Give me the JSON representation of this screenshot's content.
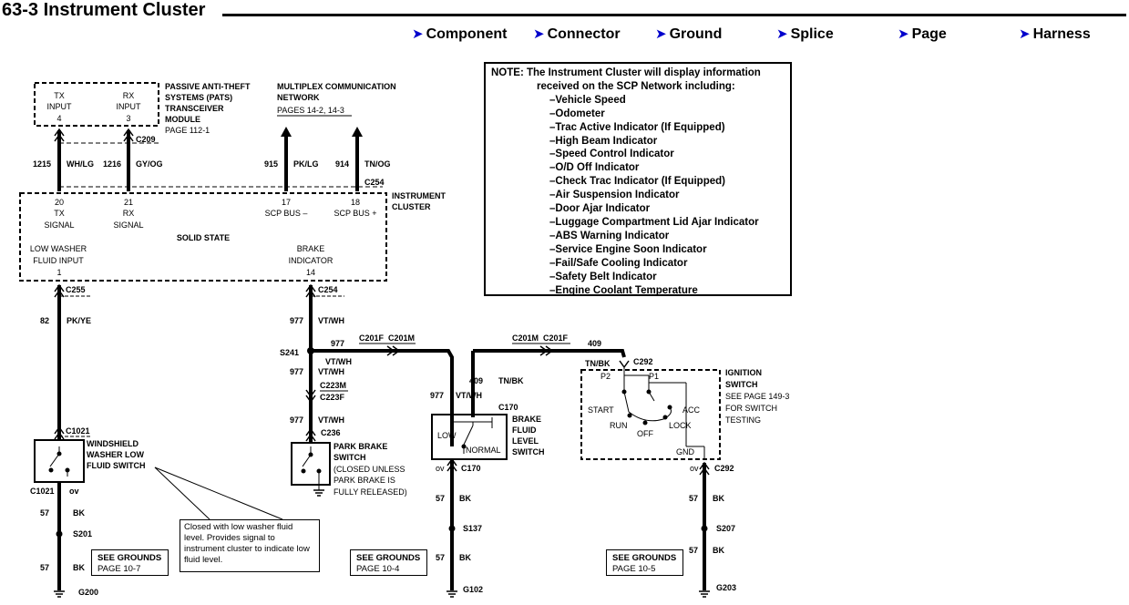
{
  "header": {
    "title": "63-3 Instrument Cluster",
    "nav": [
      {
        "label": "Component",
        "icon": "arrow-right-circle-icon"
      },
      {
        "label": "Connector",
        "icon": "arrow-right-circle-icon"
      },
      {
        "label": "Ground",
        "icon": "arrow-right-circle-icon"
      },
      {
        "label": "Splice",
        "icon": "arrow-right-circle-icon"
      },
      {
        "label": "Page",
        "icon": "arrow-right-circle-icon"
      },
      {
        "label": "Harness",
        "icon": "arrow-right-circle-icon"
      }
    ]
  },
  "note": {
    "lead": "NOTE:  The Instrument Cluster will display information",
    "line2": "received on the SCP Network including:",
    "items": [
      "–Vehicle Speed",
      "–Odometer",
      "–Trac Active Indicator (If Equipped)",
      "–High Beam Indicator",
      "–Speed Control Indicator",
      "–O/D Off Indicator",
      "–Check Trac Indicator (If Equipped)",
      "–Air Suspension Indicator",
      "–Door Ajar Indicator",
      "–Luggage Compartment Lid Ajar Indicator",
      "–ABS Warning Indicator",
      "–Service Engine Soon Indicator",
      "–Fail/Safe Cooling Indicator",
      "–Safety Belt Indicator",
      "–Engine Coolant Temperature"
    ]
  },
  "pats": {
    "tx_label": "TX",
    "tx_sub": "INPUT",
    "tx_pin": "4",
    "rx_label": "RX",
    "rx_sub": "INPUT",
    "rx_pin": "3",
    "name_l1": "PASSIVE ANTI-THEFT",
    "name_l2": "SYSTEMS (PATS)",
    "name_l3": "TRANSCEIVER",
    "name_l4": "MODULE",
    "page": "PAGE 112-1"
  },
  "multiplex": {
    "l1": "MULTIPLEX COMMUNICATION",
    "l2": "NETWORK",
    "l3": "PAGES 14-2, 14-3"
  },
  "wires": {
    "w1215_num": "1215",
    "w1215_col": "WH/LG",
    "w1216_num": "1216",
    "w1216_col": "GY/OG",
    "w915_num": "915",
    "w915_col": "PK/LG",
    "w914_num": "914",
    "w914_col": "TN/OG",
    "w82_num": "82",
    "w82_col": "PK/YE",
    "w977_num": "977",
    "w977_col": "VT/WH",
    "w409_num": "409",
    "w409_col": "TN/BK",
    "w57_num": "57",
    "w57_col": "BK"
  },
  "connectors": {
    "c209": "C209",
    "c254": "C254",
    "c255": "C255",
    "c201f": "C201F",
    "c201m": "C201M",
    "c223m": "C223M",
    "c223f": "C223F",
    "c236": "C236",
    "c170": "C170",
    "c292": "C292",
    "c1021": "C1021",
    "ov": "ov"
  },
  "splices": {
    "s241": "S241",
    "s201": "S201",
    "s137": "S137",
    "s207": "S207"
  },
  "grounds": {
    "g200": "G200",
    "g102": "G102",
    "g203": "G203"
  },
  "cluster": {
    "name_l1": "INSTRUMENT",
    "name_l2": "CLUSTER",
    "pin20": "20",
    "pin20_l1": "TX",
    "pin20_l2": "SIGNAL",
    "pin21": "21",
    "pin21_l1": "RX",
    "pin21_l2": "SIGNAL",
    "pin17": "17",
    "pin17_l1": "SCP BUS –",
    "pin18": "18",
    "pin18_l1": "SCP BUS +",
    "solid_state": "SOLID STATE",
    "pin1_l1": "LOW WASHER",
    "pin1_l2": "FLUID INPUT",
    "pin1": "1",
    "pin14_l1": "BRAKE",
    "pin14_l2": "INDICATOR",
    "pin14": "14"
  },
  "washer_switch": {
    "l1": "WINDSHIELD",
    "l2": "WASHER LOW",
    "l3": "FLUID SWITCH"
  },
  "park_switch": {
    "l1": "PARK BRAKE",
    "l2": "SWITCH",
    "l3": "(CLOSED UNLESS",
    "l4": "PARK BRAKE  IS",
    "l5": "FULLY  RELEASED)"
  },
  "brake_fluid": {
    "l1": "BRAKE",
    "l2": "FLUID",
    "l3": "LEVEL",
    "l4": "SWITCH",
    "low": "LOW",
    "normal": "NORMAL"
  },
  "ignition": {
    "l1": "IGNITION",
    "l2": "SWITCH",
    "l3": "SEE PAGE 149-3",
    "l4": "FOR SWITCH",
    "l5": "TESTING",
    "p2": "P2",
    "p1": "P1",
    "start": "START",
    "acc": "ACC",
    "run": "RUN",
    "lock": "LOCK",
    "off": "OFF",
    "gnd": "GND"
  },
  "callout": {
    "text": "Closed with low washer fluid level.  Provides signal to instrument cluster to indicate low fluid level."
  },
  "ground_refs": [
    {
      "title": "SEE GROUNDS",
      "page": "PAGE 10-7"
    },
    {
      "title": "SEE GROUNDS",
      "page": "PAGE 10-4"
    },
    {
      "title": "SEE GROUNDS",
      "page": "PAGE 10-5"
    }
  ]
}
